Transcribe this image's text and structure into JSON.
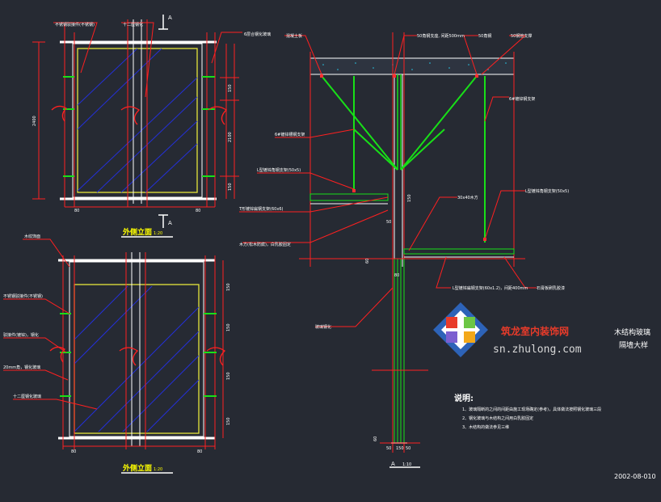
{
  "colors": {
    "background": "#262a33",
    "dimension": "#ff2020",
    "outline": "#ffffff",
    "steel": "#18e018",
    "glass_frame": "#e6e63c",
    "glass_hatch": "#2430d8",
    "title": "#ffff00"
  },
  "elevation_top": {
    "title": "外侧立面",
    "scale": "1:20",
    "leaders": [
      "不锈钢驳接件(不锈钢)",
      "十二厘钢化",
      "6层合钢化玻璃"
    ],
    "dims_right": [
      "150",
      "2100",
      "150"
    ],
    "dims_bottom": [
      "80",
      "80"
    ],
    "dim_left": "2400"
  },
  "elevation_bottom": {
    "title": "外侧立面",
    "scale": "1:20",
    "leaders": [
      "木纹饰面",
      "不锈钢驳接件(不锈钢)",
      "驳接件(镀锌)，钢化",
      "20mm角，钢化玻璃",
      "十二厘钢化玻璃"
    ],
    "dims_right": [
      "150",
      "150",
      "150",
      "150"
    ],
    "dims_bottom": [
      "80",
      "80"
    ]
  },
  "section_mark": "A",
  "section": {
    "top_labels": [
      "混凝土板",
      "50角钢支座, 间距500mm",
      "50角钢",
      "50钢管支撑"
    ],
    "left_labels": [
      "6#镀锌槽钢支架",
      "L型镀锌角钢支架(50x5)",
      "T形镀锌扁钢支架(60x6)",
      "木方(松木防腐)，白乳胶固定"
    ],
    "right_labels": [
      "6#镀锌钢支架",
      "30x40木方",
      "L型镀锌角钢支架(50x5)",
      "L型镀锌扁钢支架(60x1.2)，间距400mm",
      "石膏板刷乳胶漆"
    ],
    "dims_middle": [
      "150",
      "50"
    ],
    "dims_left": [
      "60"
    ],
    "dims_bottom": [
      "50",
      "150",
      "50"
    ],
    "dim_vertical": "80",
    "bottom_glass_label": "玻璃钢化",
    "section_tag": "A",
    "section_scale": "1:10"
  },
  "logo": {
    "cn": "筑龙室内装饰网",
    "url": "sn.zhulong.com"
  },
  "drawing_title": [
    "木结构玻璃",
    "隔墙大样"
  ],
  "notes": {
    "heading": "说明:",
    "items": [
      "1、玻璃隔断的之间的间距由施工现场确定(参考)，具体做法按照钢化玻璃三段",
      "2、钢化玻璃与木结构之间用白乳胶固定",
      "3、木结构的做法参见三维"
    ]
  },
  "drawing_number": "2002-08-010"
}
